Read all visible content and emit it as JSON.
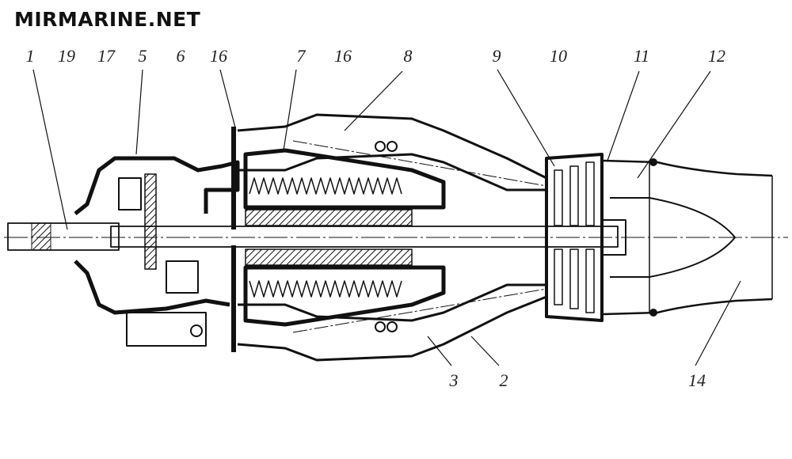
{
  "brand": "MIRMARINE.NET",
  "diagram": {
    "subject": "Gas turbine engine longitudinal cross-section",
    "top_labels": [
      "1",
      "19",
      "17",
      "5",
      "6",
      "16",
      "7",
      "16",
      "8",
      "9",
      "10",
      "11",
      "12"
    ],
    "bottom_labels": [
      "3",
      "2",
      "14"
    ]
  },
  "colors": {
    "ink": "#111111",
    "background": "#ffffff"
  }
}
